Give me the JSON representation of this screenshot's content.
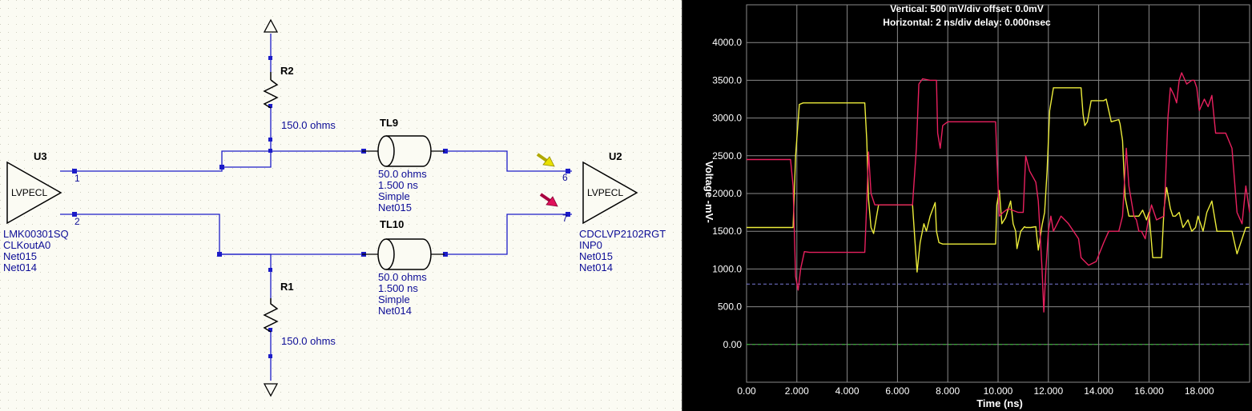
{
  "schematic": {
    "u3": {
      "ref": "U3",
      "type": "LVPECL",
      "part": "LMK00301SQ",
      "pin": "CLKoutA0",
      "net1": "Net015",
      "net2": "Net014",
      "pin_a": "1",
      "pin_b": "2"
    },
    "u2": {
      "ref": "U2",
      "type": "LVPECL",
      "part": "CDCLVP2102RGT",
      "pin": "INP0",
      "net1": "Net015",
      "net2": "Net014",
      "pin_a": "6",
      "pin_b": "7"
    },
    "r2": {
      "ref": "R2",
      "value": "150.0 ohms"
    },
    "r1": {
      "ref": "R1",
      "value": "150.0 ohms"
    },
    "tl9": {
      "ref": "TL9",
      "impedance": "50.0 ohms",
      "delay": "1.500 ns",
      "model": "Simple",
      "net": "Net015"
    },
    "tl10": {
      "ref": "TL10",
      "impedance": "50.0 ohms",
      "delay": "1.500 ns",
      "model": "Simple",
      "net": "Net014"
    },
    "probe_colors": {
      "pin6": "#e8e000",
      "pin7": "#e0105a"
    }
  },
  "scope": {
    "header_vertical": "Vertical: 500 mV/div  offset: 0.0mV",
    "header_horizontal": "Horizontal: 2 ns/div  delay: 0.000nsec",
    "y_axis_label": "Voltage  -mV-",
    "x_axis_label": "Time  (ns)",
    "colors": {
      "background": "#000000",
      "grid": "#8a8a8a",
      "trace_pin6": "#ecec3a",
      "trace_pin7": "#e8205e",
      "ref_line": "#7a7ad8",
      "ground_line": "#30c030"
    }
  },
  "chart_data": {
    "type": "line",
    "xlabel": "Time  (ns)",
    "ylabel": "Voltage  -mV-",
    "xlim": [
      0,
      20
    ],
    "ylim": [
      -500,
      4500
    ],
    "x_ticks": [
      "0.00",
      "2.000",
      "4.000",
      "6.000",
      "8.000",
      "10.000",
      "12.000",
      "14.000",
      "16.000",
      "18.000"
    ],
    "y_ticks": [
      "4000.0",
      "3500.0",
      "3000.0",
      "2500.0",
      "2000.0",
      "1500.0",
      "1000.0",
      "500.0",
      "0.00"
    ],
    "grid": true,
    "reference_lines": [
      800,
      0
    ],
    "series": [
      {
        "color": "#ecec3a",
        "x": [
          0,
          1.75,
          1.85,
          1.95,
          2.1,
          2.25,
          4.7,
          4.78,
          4.85,
          4.95,
          5.05,
          5.25,
          5.6,
          6.6,
          6.72,
          6.78,
          6.9,
          7.05,
          7.15,
          7.3,
          7.5,
          7.55,
          7.65,
          7.8,
          7.9,
          8.0,
          9.9,
          9.95,
          10.05,
          10.15,
          10.3,
          10.5,
          10.6,
          10.7,
          10.75,
          10.9,
          11.05,
          11.1,
          11.3,
          11.5,
          11.6,
          11.75,
          11.85,
          11.95,
          12.05,
          12.2,
          13.3,
          13.38,
          13.45,
          13.55,
          13.7,
          14.2,
          14.3,
          14.5,
          14.8,
          14.85,
          14.95,
          15.05,
          15.2,
          15.6,
          15.75,
          15.9,
          16.0,
          16.15,
          16.5,
          16.6,
          16.7,
          16.85,
          16.95,
          17.05,
          17.2,
          17.35,
          17.55,
          17.7,
          17.85,
          17.95,
          18.15,
          18.3,
          18.5,
          18.7,
          18.85,
          19.3,
          19.5,
          19.7,
          19.85,
          20
        ],
        "y": [
          1550,
          1550,
          1550,
          2500,
          3180,
          3200,
          3200,
          2700,
          1920,
          1550,
          1470,
          1850,
          1850,
          1850,
          1250,
          960,
          1350,
          1600,
          1500,
          1700,
          1880,
          1500,
          1350,
          1330,
          1330,
          1330,
          1330,
          1850,
          2040,
          1600,
          1680,
          1900,
          1600,
          1500,
          1270,
          1500,
          1560,
          1550,
          1550,
          1560,
          1250,
          1580,
          1750,
          2300,
          3100,
          3400,
          3400,
          3050,
          2900,
          2950,
          3230,
          3230,
          3250,
          2950,
          2980,
          2920,
          2700,
          1950,
          1700,
          1700,
          1780,
          1650,
          1750,
          1150,
          1150,
          1800,
          2080,
          1800,
          1700,
          1700,
          1750,
          1550,
          1650,
          1500,
          1550,
          1700,
          1500,
          1750,
          1900,
          1500,
          1500,
          1500,
          1200,
          1400,
          1550,
          1550
        ]
      },
      {
        "color": "#e8205e",
        "x": [
          0,
          1.75,
          1.85,
          1.95,
          2.05,
          2.15,
          2.3,
          2.5,
          4.7,
          4.78,
          4.85,
          4.95,
          5.1,
          5.3,
          5.6,
          6.6,
          6.75,
          6.85,
          7.0,
          7.3,
          7.55,
          7.6,
          7.7,
          7.8,
          8.0,
          9.9,
          9.95,
          10.05,
          10.2,
          10.4,
          10.8,
          11.0,
          11.1,
          11.25,
          11.5,
          11.6,
          11.75,
          11.82,
          11.9,
          12.0,
          12.1,
          12.2,
          12.5,
          12.8,
          13.2,
          13.3,
          13.45,
          13.6,
          13.9,
          14.2,
          14.4,
          14.8,
          14.95,
          15.1,
          15.2,
          15.4,
          15.5,
          15.6,
          15.7,
          15.85,
          16.0,
          16.1,
          16.3,
          16.6,
          16.65,
          16.75,
          16.85,
          17.0,
          17.1,
          17.2,
          17.3,
          17.5,
          17.7,
          17.8,
          17.9,
          18.0,
          18.2,
          18.35,
          18.5,
          18.65,
          18.8,
          19.05,
          19.3,
          19.5,
          19.7,
          19.85,
          20
        ],
        "y": [
          2450,
          2450,
          2100,
          900,
          720,
          1000,
          1230,
          1220,
          1220,
          1900,
          2550,
          2000,
          1850,
          1850,
          1850,
          1850,
          2600,
          3450,
          3520,
          3500,
          3500,
          2800,
          2600,
          2900,
          2950,
          2950,
          2500,
          1700,
          1750,
          1800,
          1750,
          1750,
          2500,
          2300,
          2150,
          1900,
          1000,
          430,
          1000,
          1500,
          1700,
          1500,
          1700,
          1600,
          1400,
          1150,
          1100,
          1050,
          1100,
          1350,
          1500,
          1500,
          1700,
          2600,
          2100,
          1700,
          1650,
          1500,
          1500,
          1400,
          1700,
          1850,
          1650,
          1700,
          2100,
          3000,
          3400,
          3300,
          3200,
          3500,
          3600,
          3450,
          3500,
          3500,
          3400,
          3100,
          3250,
          3150,
          3300,
          2800,
          2800,
          2800,
          2600,
          1750,
          1600,
          2100,
          1750
        ]
      }
    ]
  }
}
